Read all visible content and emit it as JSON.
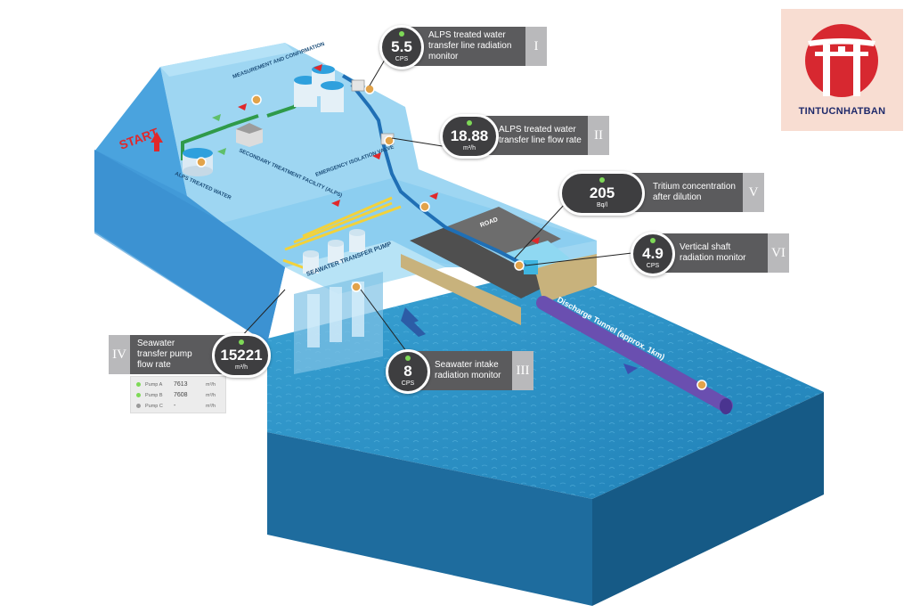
{
  "diagram_labels": {
    "start": "START",
    "alps_treated_water": "ALPS TREATED WATER",
    "measurement": "MEASUREMENT AND CONFIRMATION",
    "secondary": "SECONDARY TREATMENT FACILITY (ALPS)",
    "emergency": "EMERGENCY ISOLATION VALVE",
    "pump": "SEAWATER TRANSFER PUMP",
    "road": "ROAD",
    "tunnel": "Discharge Tunnel (approx. 1km)"
  },
  "monitors": [
    {
      "id": "I",
      "value": "5.5",
      "unit": "CPS",
      "label": "ALPS treated water transfer line radiation monitor"
    },
    {
      "id": "II",
      "value": "18.88",
      "unit": "m³/h",
      "label": "ALPS treated water transfer line flow rate"
    },
    {
      "id": "V",
      "value": "205",
      "unit": "Bq/l",
      "label": "Tritium concentration after dilution"
    },
    {
      "id": "VI",
      "value": "4.9",
      "unit": "CPS",
      "label": "Vertical shaft radiation monitor"
    },
    {
      "id": "III",
      "value": "8",
      "unit": "CPS",
      "label": "Seawater intake radiation monitor"
    },
    {
      "id": "IV",
      "value": "15221",
      "unit": "m³/h",
      "label": "Seawater transfer pump flow rate"
    }
  ],
  "pumps": [
    {
      "name": "Pump A",
      "value": "7613",
      "unit": "m³/h",
      "status_color": "#7ed957"
    },
    {
      "name": "Pump B",
      "value": "7608",
      "unit": "m³/h",
      "status_color": "#7ed957"
    },
    {
      "name": "Pump C",
      "value": "-",
      "unit": "m³/h",
      "status_color": "#9a9a9a"
    }
  ],
  "logo": {
    "text": "TINTUCNHATBAN"
  },
  "colors": {
    "status_ok": "#7ed957",
    "land_top": "#8fd0f0",
    "land_side": "#3a95d8",
    "sea_top": "#2c8fc2",
    "sea_side": "#1a5f8c",
    "pipe_green": "#2f9a4a",
    "pipe_blue": "#1f6fb5",
    "pipe_yellow": "#f2d23c",
    "start_red": "#e0282b",
    "tunnel_purple": "#6a4fb0"
  }
}
